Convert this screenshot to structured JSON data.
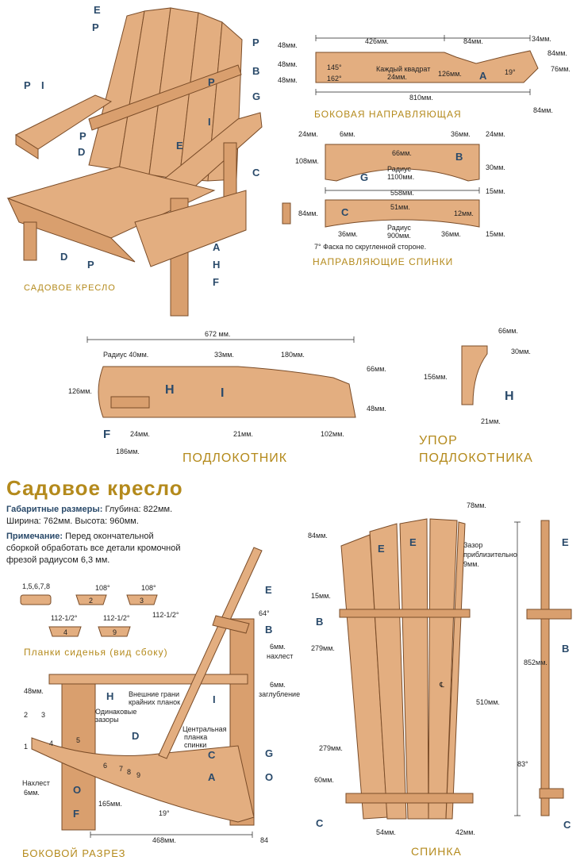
{
  "captions": {
    "chair": "САДОВОЕ КРЕСЛО",
    "side_rail": "БОКОВАЯ НАПРАВЛЯЮЩАЯ",
    "back_rails": "НАПРАВЛЯЮЩИЕ СПИНКИ",
    "armrest": "ПОДЛОКОТНИК",
    "armrest_support_1": "УПОР",
    "armrest_support_2": "ПОДЛОКОТНИКА",
    "seat_slats": "Планки сиденья (вид сбоку)",
    "side_section": "БОКОВОЙ РАЗРЕЗ",
    "back": "СПИНКА"
  },
  "info": {
    "title": "Садовое кресло",
    "dims_label": "Габаритные размеры:",
    "dims_text": " Глубина: 822мм.",
    "dims_text2": "Ширина: 762мм. Высота: 960мм.",
    "note_label": "Примечание:",
    "note_text": " Перед окончательной",
    "note_text2": "сборкой обработать все детали кромочной",
    "note_text3": "фрезой радиусом 6,3 мм."
  },
  "part_letters": {
    "A": "A",
    "B": "B",
    "C": "C",
    "D": "D",
    "E": "E",
    "F": "F",
    "G": "G",
    "H": "H",
    "I": "I",
    "O": "O",
    "P": "P"
  },
  "side_rail": {
    "d426": "426мм.",
    "d84a": "84мм.",
    "d34": "34мм.",
    "d84b": "84мм.",
    "d76": "76мм.",
    "d48a": "48мм.",
    "d48b": "48мм.",
    "d48c": "48мм.",
    "d126": "126мм.",
    "d810": "810мм.",
    "d84c": "84мм.",
    "a145": "145°",
    "a162": "162°",
    "a19": "19°",
    "grid_note_1": "Каждый квадрат",
    "grid_note_2": "24мм."
  },
  "back_rails": {
    "d24a": "24мм.",
    "d6": "6мм.",
    "d36a": "36мм.",
    "d24b": "24мм.",
    "d108": "108мм.",
    "d66": "66мм.",
    "d30": "30мм.",
    "radius1": "Радиус",
    "radius1_val": "1100мм.",
    "d558": "558мм.",
    "d15a": "15мм.",
    "d84": "84мм.",
    "d51": "51мм.",
    "d12": "12мм.",
    "d36b": "36мм.",
    "d36c": "36мм.",
    "d15b": "15мм.",
    "radius2": "Радиус",
    "radius2_val": "900мм.",
    "bevel_1": "7° Фаска по скругленной стороне."
  },
  "armrest": {
    "d672": "672 мм.",
    "radius40": "Радиус 40мм.",
    "d33": "33мм.",
    "d180": "180мм.",
    "d66": "66мм.",
    "d126": "126мм.",
    "d48": "48мм.",
    "d24": "24мм.",
    "d21": "21мм.",
    "d102": "102мм.",
    "d186": "186мм."
  },
  "support": {
    "d66": "66мм.",
    "d30": "30мм.",
    "d156": "156мм.",
    "d21": "21мм."
  },
  "slats": {
    "group": "1,5,6,7,8",
    "n2": "2",
    "n3": "3",
    "n4": "4",
    "n9": "9",
    "a108a": "108°",
    "a108b": "108°",
    "a1125a": "112-1/2°",
    "a1125b": "112-1/2°",
    "a1125c": "112-1/2°"
  },
  "section": {
    "a64": "64°",
    "d6_overlap": "6мм.",
    "overlap_word": "нахлест",
    "d48": "48мм.",
    "d6_recess": "6мм.",
    "recess_word": "заглубление",
    "outer_1": "Внешние грани",
    "outer_2": "крайних планок",
    "equal_1": "Одинаковые",
    "equal_2": "зазоры",
    "center_1": "Центральная",
    "center_2": "планка",
    "center_3": "спинки",
    "overlap6_1": "Нахлест",
    "overlap6_2": "6мм.",
    "d165": "165мм.",
    "a19": "19°",
    "d468": "468мм.",
    "d84": "84",
    "n1": "1",
    "n2": "2",
    "n3": "3",
    "n4": "4",
    "n5": "5",
    "n6": "6",
    "n7": "7",
    "n8": "8",
    "n9": "9"
  },
  "back": {
    "d78": "78мм.",
    "d84": "84мм.",
    "gap_1": "Зазор",
    "gap_2": "приблизительно",
    "gap_3": "9мм.",
    "d15": "15мм.",
    "d279a": "279мм.",
    "d852": "852мм.",
    "d510": "510мм.",
    "d279b": "279мм.",
    "d60": "60мм.",
    "d54": "54мм.",
    "d42": "42мм.",
    "a83": "83°",
    "cl": "℄"
  },
  "colors": {
    "wood": "#e3ae80",
    "outline": "#7a4c28",
    "caption": "#b48a1c",
    "letter": "#2a4a6a"
  }
}
